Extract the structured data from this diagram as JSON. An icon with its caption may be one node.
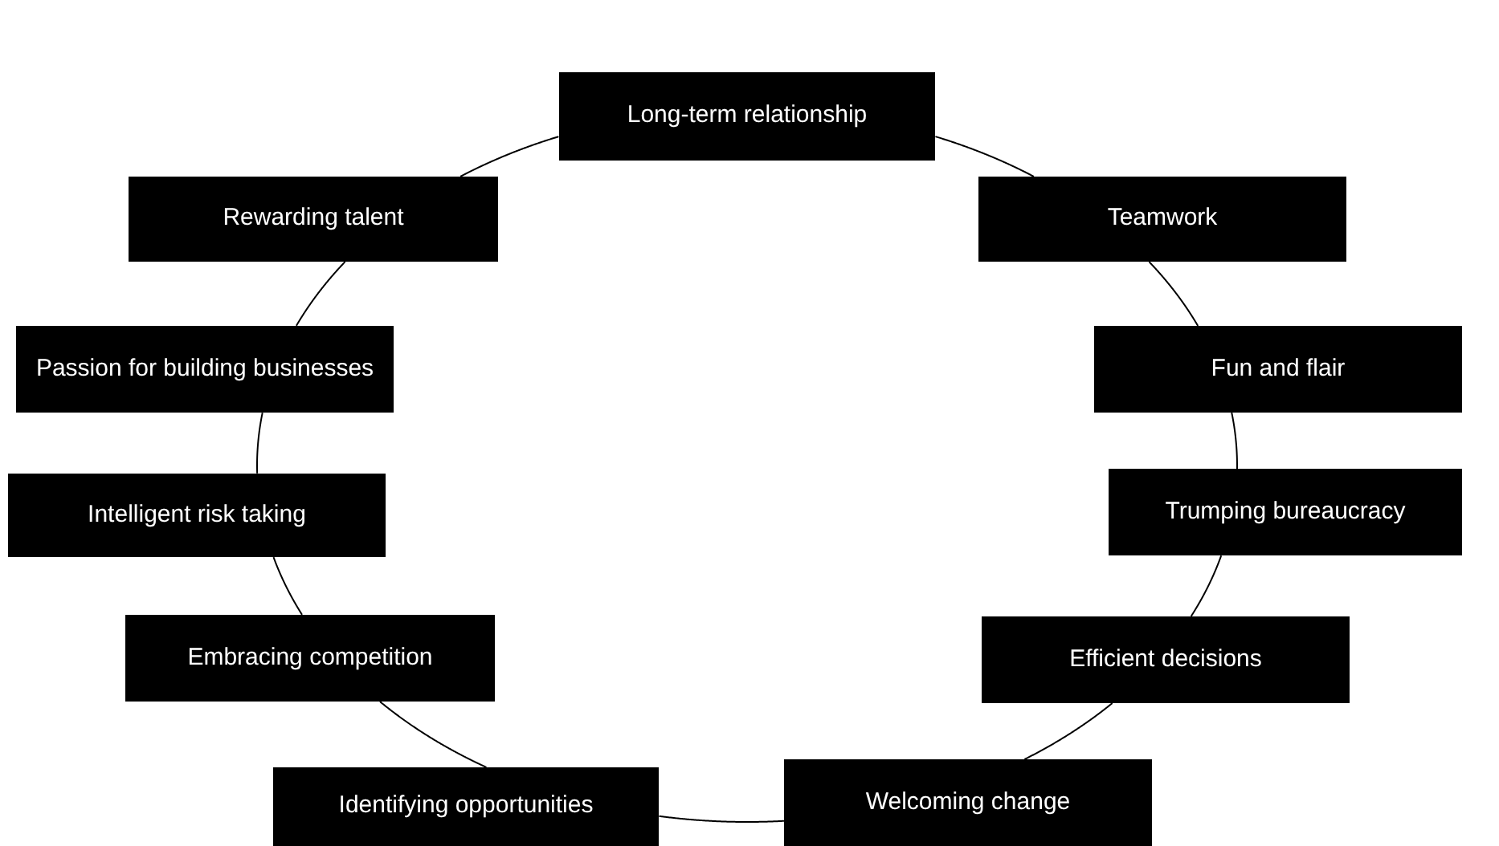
{
  "diagram": {
    "nodes": [
      {
        "text": [
          "Long-term relationship"
        ]
      },
      {
        "text": [
          "Teamwork"
        ]
      },
      {
        "text": [
          "Fun and flair"
        ]
      },
      {
        "text": [
          "Trumping bureaucracy"
        ]
      },
      {
        "text": [
          "Efficient decisions"
        ]
      },
      {
        "text": [
          "Welcoming change"
        ]
      },
      {
        "text": [
          "Identifying opportunities"
        ]
      },
      {
        "text": [
          "Embracing competition"
        ]
      },
      {
        "text": [
          "Intelligent risk taking"
        ]
      },
      {
        "text": [
          "Passion for building businesses"
        ]
      },
      {
        "text": [
          "Rewarding talent"
        ]
      }
    ],
    "edges": [
      {
        "from": 0,
        "to": 1,
        "arrow": "none"
      },
      {
        "from": 1,
        "to": 2,
        "arrow": "none"
      },
      {
        "from": 2,
        "to": 3,
        "arrow": "none"
      },
      {
        "from": 3,
        "to": 4,
        "arrow": "none"
      },
      {
        "from": 4,
        "to": 5,
        "arrow": "none"
      },
      {
        "from": 5,
        "to": 6,
        "arrow": "none"
      },
      {
        "from": 6,
        "to": 7,
        "arrow": "none"
      },
      {
        "from": 7,
        "to": 8,
        "arrow": "none"
      },
      {
        "from": 8,
        "to": 9,
        "arrow": "none"
      },
      {
        "from": 9,
        "to": 10,
        "arrow": "none"
      },
      {
        "from": 10,
        "to": 0,
        "arrow": "none"
      }
    ]
  }
}
